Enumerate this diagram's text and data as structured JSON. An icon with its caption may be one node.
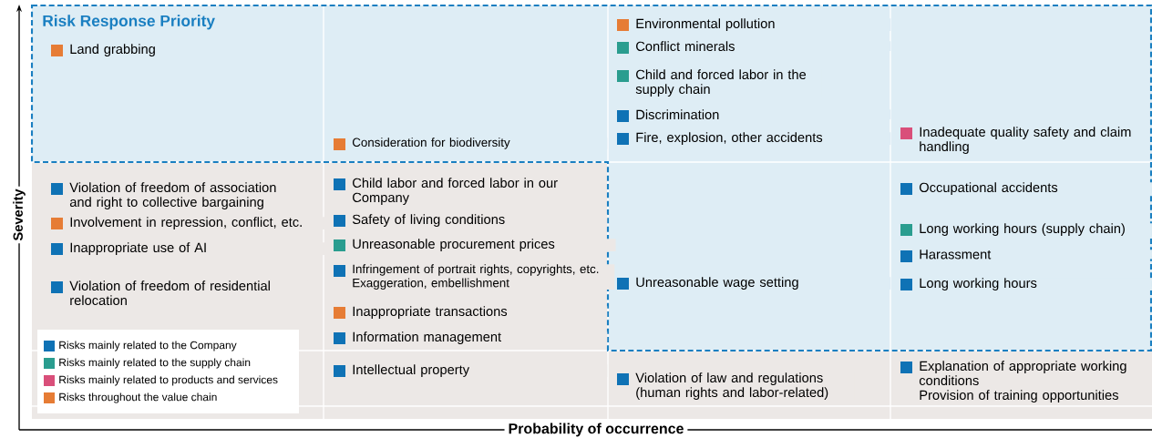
{
  "diagram": {
    "nodes": [
      {
        "text": [
          "Risk Response Priority"
        ]
      },
      {
        "text": [
          "Land grabbing"
        ],
        "in": 0
      },
      {
        "text": [
          "Consideration for biodiversity"
        ],
        "in": 0
      },
      {
        "text": [
          "Environmental pollution"
        ],
        "in": 0
      },
      {
        "text": [
          "Conflict minerals"
        ],
        "in": 0
      },
      {
        "text": [
          "Child and forced labor in the supply chain"
        ],
        "in": 0
      },
      {
        "text": [
          "Discrimination"
        ],
        "in": 0
      },
      {
        "text": [
          "Fire, explosion, other accidents"
        ],
        "in": 0
      },
      {
        "text": [
          "Inadequate quality safety and claim handling"
        ],
        "in": 0
      },
      {
        "text": [
          "Violation of freedom of association and right to collective bargaining"
        ]
      },
      {
        "text": [
          "Involvement in repression, conflict, etc."
        ]
      },
      {
        "text": [
          "Inappropriate use of AI"
        ]
      },
      {
        "text": [
          "Violation of freedom of residential relocation"
        ]
      },
      {
        "text": [
          "Child labor and forced labor in our Company"
        ]
      },
      {
        "text": [
          "Safety of living conditions"
        ]
      },
      {
        "text": [
          "Unreasonable procurement prices"
        ]
      },
      {
        "text": [
          "Infringement of portrait rights, copyrights, etc. Exaggeration, embellishment"
        ]
      },
      {
        "text": [
          "Inappropriate transactions"
        ]
      },
      {
        "text": [
          "Information management"
        ]
      },
      {
        "text": [
          "Intellectual property"
        ]
      },
      {
        "text": [
          "Unreasonable wage setting"
        ],
        "in": 0
      },
      {
        "text": [
          "Occupational accidents"
        ],
        "in": 0
      },
      {
        "text": [
          "Long working hours (supply chain)"
        ],
        "in": 0
      },
      {
        "text": [
          "Harassment"
        ],
        "in": 0
      },
      {
        "text": [
          "Long working hours"
        ],
        "in": 0
      },
      {
        "text": [
          "Violation of law and regulations (human rights and labor-related)"
        ]
      },
      {
        "text": [
          "Explanation of appropriate working conditions",
          "Provision of training opportunities"
        ]
      }
    ],
    "labels": [
      "Severity",
      "Probability of occurrence"
    ],
    "legend": [
      {
        "text": "Risks mainly related to the Company",
        "color": "#0f72b5"
      },
      {
        "text": "Risks mainly related to the supply chain",
        "color": "#2a9d8f"
      },
      {
        "text": "Risks mainly related to products and services",
        "color": "#d94f7a"
      },
      {
        "text": "Risks throughout the value chain",
        "color": "#e67c35"
      }
    ]
  }
}
